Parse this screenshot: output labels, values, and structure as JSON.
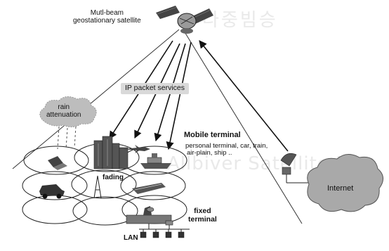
{
  "satellite": {
    "label_line1": "Mutl-beam",
    "label_line2": "geostationary satellite"
  },
  "services": {
    "label": "IP packet services"
  },
  "rain": {
    "line1": "rain",
    "line2": "attenuation"
  },
  "mobile": {
    "title": "Mobile terminal",
    "line1": "personal terminal, car, train,",
    "line2": "air-plain, ship .."
  },
  "fading": {
    "label": "fading"
  },
  "fixed": {
    "line1": "fixed",
    "line2": "terminal"
  },
  "lan": {
    "label": "LAN"
  },
  "internet": {
    "label": "Internet"
  },
  "ghost_text": {
    "line1": "다중빔승",
    "line2": "Allbiver Satellite Ne"
  }
}
